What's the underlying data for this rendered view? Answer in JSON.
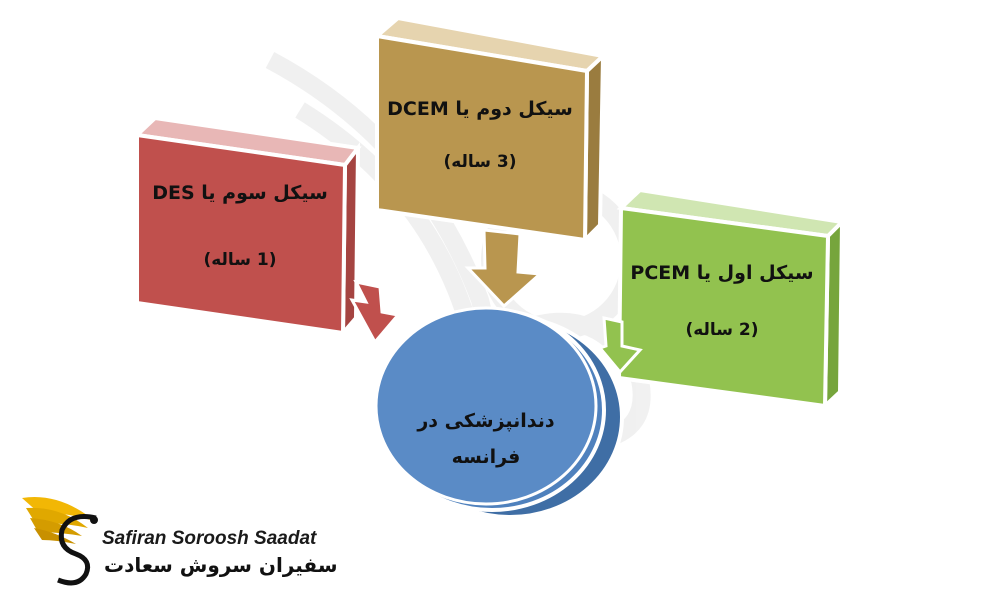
{
  "diagram": {
    "center": {
      "line1": "دندانپزشکی در",
      "line2": "فرانسه",
      "color": "#4f81bd"
    },
    "boxes": [
      {
        "id": "des",
        "title": "سیکل سوم یا DES",
        "duration": "(1 ساله)",
        "color": "#c0504d"
      },
      {
        "id": "dcem",
        "title": "سیکل دوم یا DCEM",
        "duration": "(3 ساله)",
        "color": "#b9964f"
      },
      {
        "id": "pcem",
        "title": "سیکل اول یا PCEM",
        "duration": "(2 ساله)",
        "color": "#92c24f"
      }
    ]
  },
  "brand": {
    "name_en": "Safiran Soroosh Saadat",
    "name_fa": "سفیران سروش سعادت",
    "accent": "#f2b705"
  }
}
